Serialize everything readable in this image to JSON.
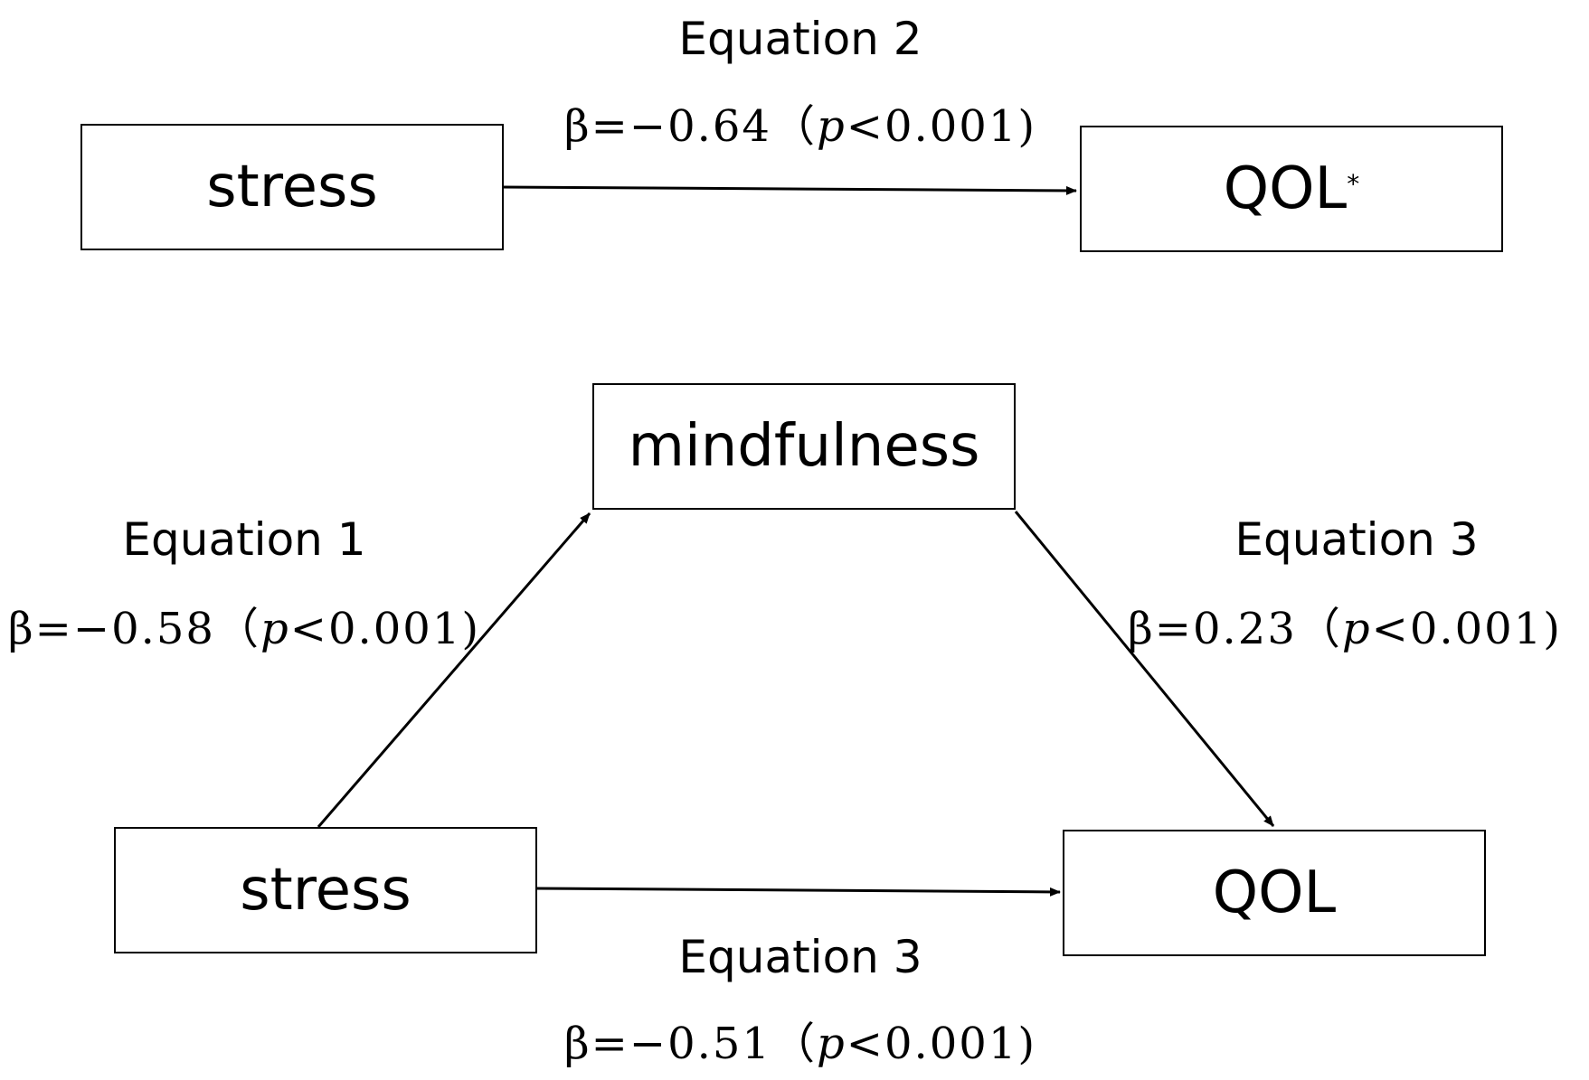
{
  "model_total": {
    "from_node": "stress",
    "to_node": "QOL",
    "to_node_sup": "*",
    "equation": "Equation 2",
    "coef": "β=−0.64",
    "p_open": "（",
    "p_symbol": "p",
    "p_value": "<0.001)"
  },
  "model_mediation": {
    "mediator_node": "mindfulness",
    "from_node": "stress",
    "to_node": "QOL",
    "path_a": {
      "equation": "Equation 1",
      "coef": "β=−0.58",
      "p_open": "（",
      "p_symbol": "p",
      "p_value": "<0.001)"
    },
    "path_b": {
      "equation": "Equation 3",
      "coef": "β=0.23",
      "p_open": "（",
      "p_symbol": "p",
      "p_value": "<0.001)"
    },
    "path_c_prime": {
      "equation": "Equation 3",
      "coef": "β=−0.51",
      "p_open": "（",
      "p_symbol": "p",
      "p_value": "<0.001)"
    }
  },
  "colors": {
    "stroke": "#000000",
    "background": "#ffffff"
  }
}
